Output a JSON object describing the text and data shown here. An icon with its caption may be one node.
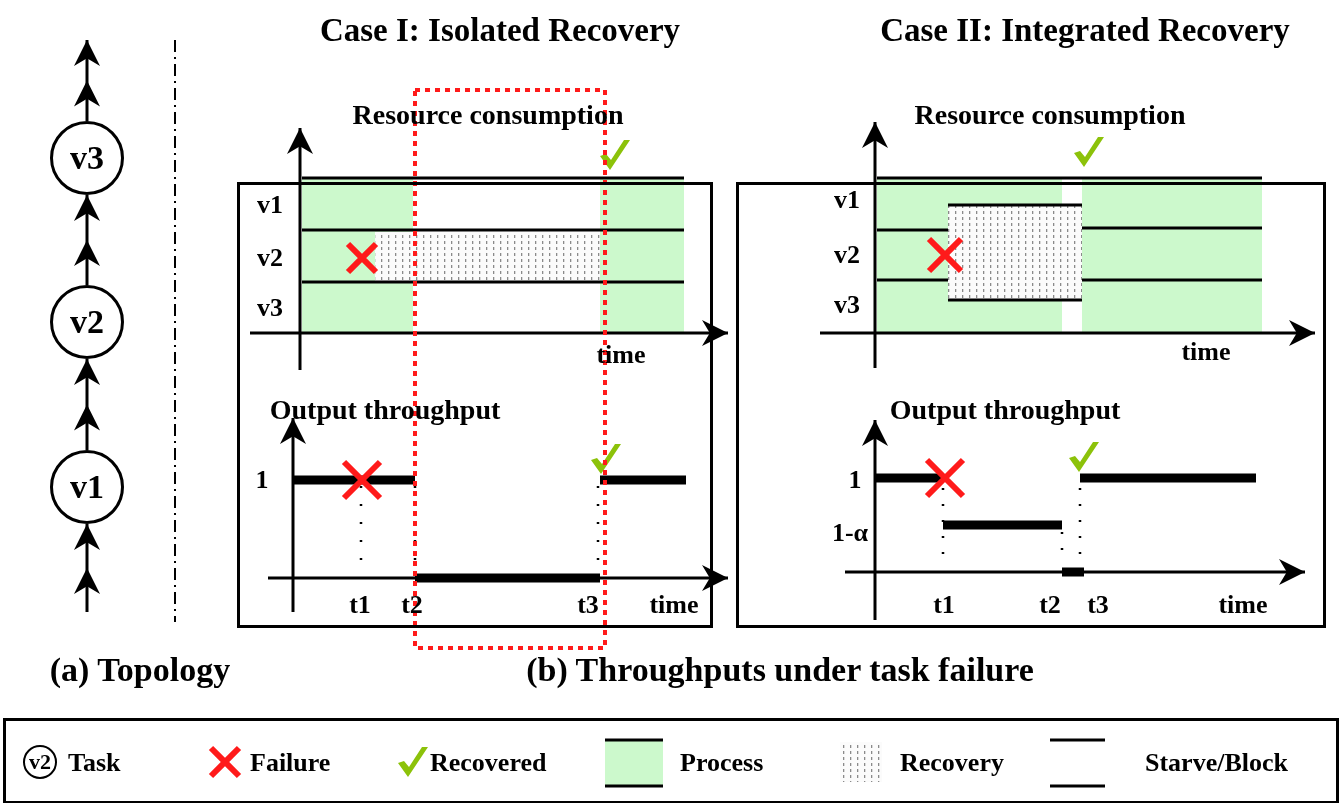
{
  "diagram": {
    "nodes": [
      {
        "text": [
          "v3"
        ]
      },
      {
        "text": [
          "v2"
        ]
      },
      {
        "text": [
          "v1"
        ]
      },
      {
        "text": [
          "Case I: Isolated Recovery"
        ]
      },
      {
        "text": [
          "Case II: Integrated Recovery"
        ]
      }
    ],
    "edges": [
      {
        "from": null,
        "to": 2,
        "arrow": "to"
      },
      {
        "from": 2,
        "to": 1,
        "arrow": "to"
      },
      {
        "from": 1,
        "to": 0,
        "arrow": "to"
      },
      {
        "from": 0,
        "to": null,
        "arrow": "to"
      }
    ],
    "labels": [
      "Resource consumption",
      "v1",
      "v2",
      "v3",
      "time",
      "Output throughput",
      "1",
      "t1",
      "t2",
      "t3",
      "time",
      "Resource consumption",
      "v1",
      "v2",
      "v3",
      "time",
      "Output throughput",
      "1",
      "1-α",
      "t1",
      "t2",
      "t3",
      "time",
      "(a) Topology",
      "(b) Throughputs under task failure",
      "v2"
    ],
    "legend": [
      {
        "text": "Task"
      },
      {
        "text": "Failure"
      },
      {
        "text": "Recovered"
      },
      {
        "text": "Process",
        "color": "#ccf9cc"
      },
      {
        "text": "Recovery"
      },
      {
        "text": "Starve/Block"
      }
    ]
  }
}
